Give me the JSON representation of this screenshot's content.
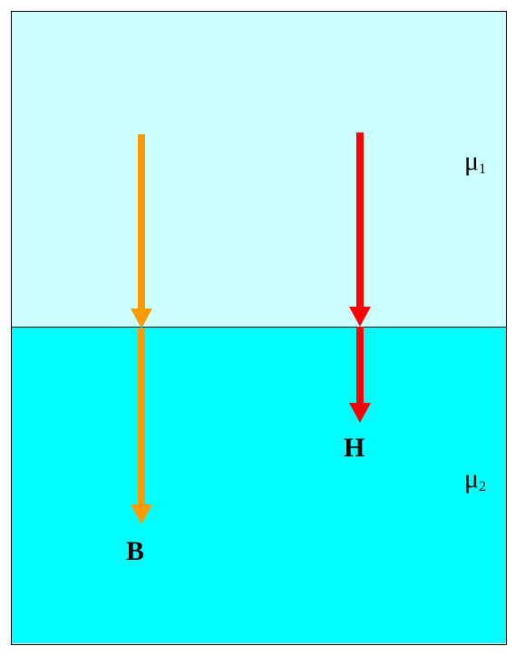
{
  "regions": {
    "upper": {
      "permeability_symbol": "μ",
      "permeability_subscript": "1",
      "fill": "#ccffff"
    },
    "lower": {
      "permeability_symbol": "μ",
      "permeability_subscript": "2",
      "fill": "#00ffff"
    }
  },
  "vectors": {
    "b_field": {
      "label": "B",
      "color": "#ff9900"
    },
    "h_field": {
      "label": "H",
      "color": "#ff0000"
    }
  }
}
